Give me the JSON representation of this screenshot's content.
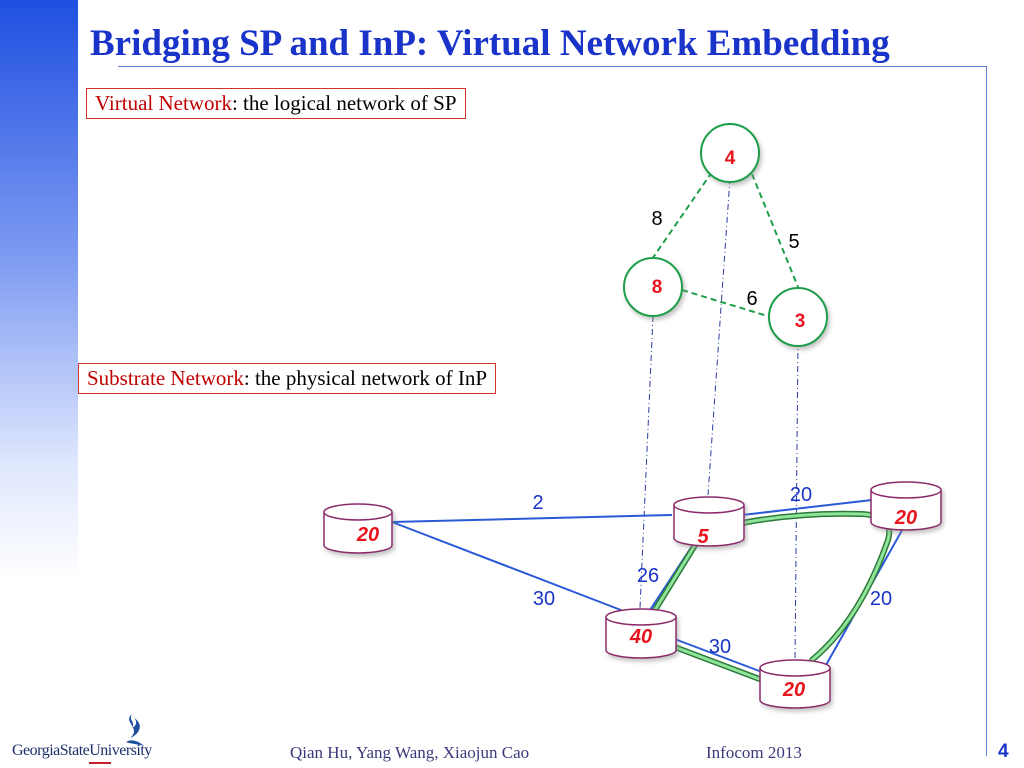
{
  "title": "Bridging SP and InP:  Virtual Network Embedding",
  "virtual_label": {
    "term": "Virtual Network",
    "rest": ": the logical network of SP"
  },
  "substrate_label": {
    "term": "Substrate Network",
    "rest": ": the physical network of InP"
  },
  "virtual_nodes": [
    {
      "id": "v-top",
      "capacity": "4"
    },
    {
      "id": "v-left",
      "capacity": "8"
    },
    {
      "id": "v-right",
      "capacity": "3"
    }
  ],
  "virtual_links": [
    {
      "from": "v-top",
      "to": "v-left",
      "bandwidth": "8"
    },
    {
      "from": "v-top",
      "to": "v-right",
      "bandwidth": "5"
    },
    {
      "from": "v-left",
      "to": "v-right",
      "bandwidth": "6"
    }
  ],
  "substrate_nodes": [
    {
      "id": "s-a",
      "capacity": "20"
    },
    {
      "id": "s-b",
      "capacity": "5"
    },
    {
      "id": "s-c",
      "capacity": "20"
    },
    {
      "id": "s-d",
      "capacity": "40"
    },
    {
      "id": "s-e",
      "capacity": "20"
    }
  ],
  "substrate_links": [
    {
      "from": "s-a",
      "to": "s-b",
      "bandwidth": "2"
    },
    {
      "from": "s-b",
      "to": "s-c",
      "bandwidth": "20"
    },
    {
      "from": "s-a",
      "to": "s-d",
      "bandwidth": "30"
    },
    {
      "from": "s-b",
      "to": "s-d",
      "bandwidth": "26"
    },
    {
      "from": "s-c",
      "to": "s-e",
      "bandwidth": "20"
    },
    {
      "from": "s-d",
      "to": "s-e",
      "bandwidth": "30"
    }
  ],
  "colors": {
    "title": "#1a33c8",
    "virtual_edge": "#1e9e4a",
    "substrate_edge": "#2a5ad6",
    "embedded_path": "#6fd17a",
    "capacity_text": "#e8141e",
    "highlight_term": "#c00000"
  },
  "footer": {
    "logo_text": "GeorgiaStateUniversity",
    "authors": "Qian Hu, Yang Wang,  Xiaojun Cao",
    "venue": "Infocom 2013",
    "page": "4"
  }
}
